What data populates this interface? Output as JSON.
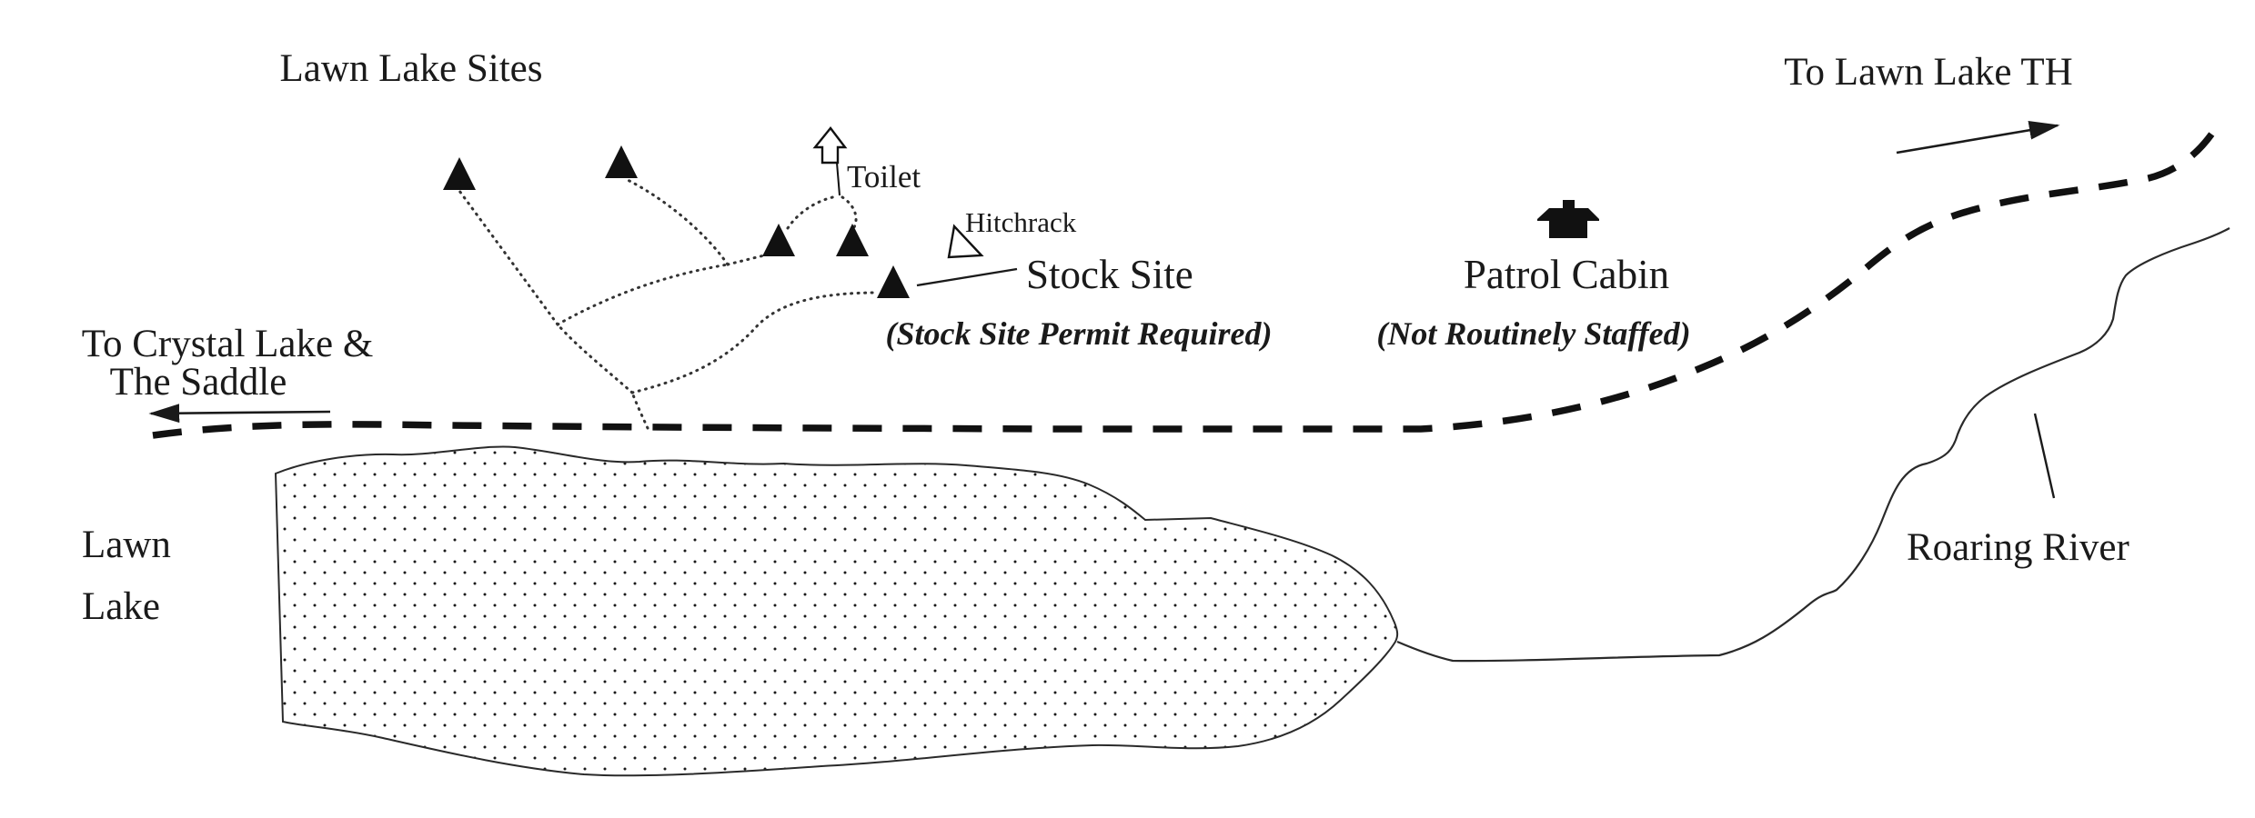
{
  "title": "Lawn Lake Sites",
  "destinations": {
    "to_lawn_lake_th": "To Lawn Lake TH",
    "to_crystal_lake_line1": "To Crystal Lake &",
    "to_crystal_lake_line2": "The Saddle"
  },
  "water": {
    "lake_name_line1": "Lawn",
    "lake_name_line2": "Lake",
    "river_name": "Roaring River"
  },
  "facilities": {
    "toilet": "Toilet",
    "hitchrack": "Hitchrack",
    "stock_site": "Stock Site",
    "stock_site_note": "(Stock Site Permit Required)",
    "patrol_cabin": "Patrol Cabin",
    "patrol_cabin_note": "(Not Routinely Staffed)"
  },
  "symbols": {
    "campsite_triangle_count": 4,
    "stock_site_triangle_count": 1,
    "main_trail_style": "dashed",
    "campsite_spur_style": "dotted",
    "lake_fill_style": "stipple-dots"
  },
  "colors": {
    "ink": "#1a1a1a",
    "line": "#2a2a2a",
    "background": "#ffffff"
  }
}
